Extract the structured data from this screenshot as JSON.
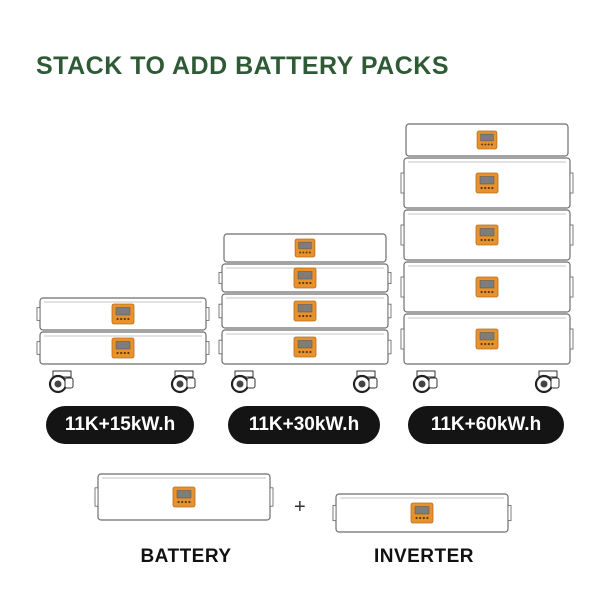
{
  "headline": "STACK TO ADD BATTERY PACKS",
  "colors": {
    "headline": "#2e5b35",
    "module_outline": "#6e6e6e",
    "module_fill": "#ffffff",
    "panel_orange": "#e8922d",
    "panel_screen": "#7d7d7d",
    "pill_fill": "#141414"
  },
  "stacks": [
    {
      "label": "11K+15kW.h",
      "modules": 2,
      "includes_top_inverter": false
    },
    {
      "label": "11K+30kW.h",
      "modules": 3,
      "includes_top_inverter": true
    },
    {
      "label": "11K+60kW.h",
      "modules": 5,
      "includes_top_inverter": true
    }
  ],
  "components": {
    "battery_label": "BATTERY",
    "plus_symbol": "+",
    "inverter_label": "INVERTER"
  },
  "icons": [
    "battery-module-icon",
    "inverter-module-icon",
    "control-panel-icon",
    "wheel-icon"
  ]
}
